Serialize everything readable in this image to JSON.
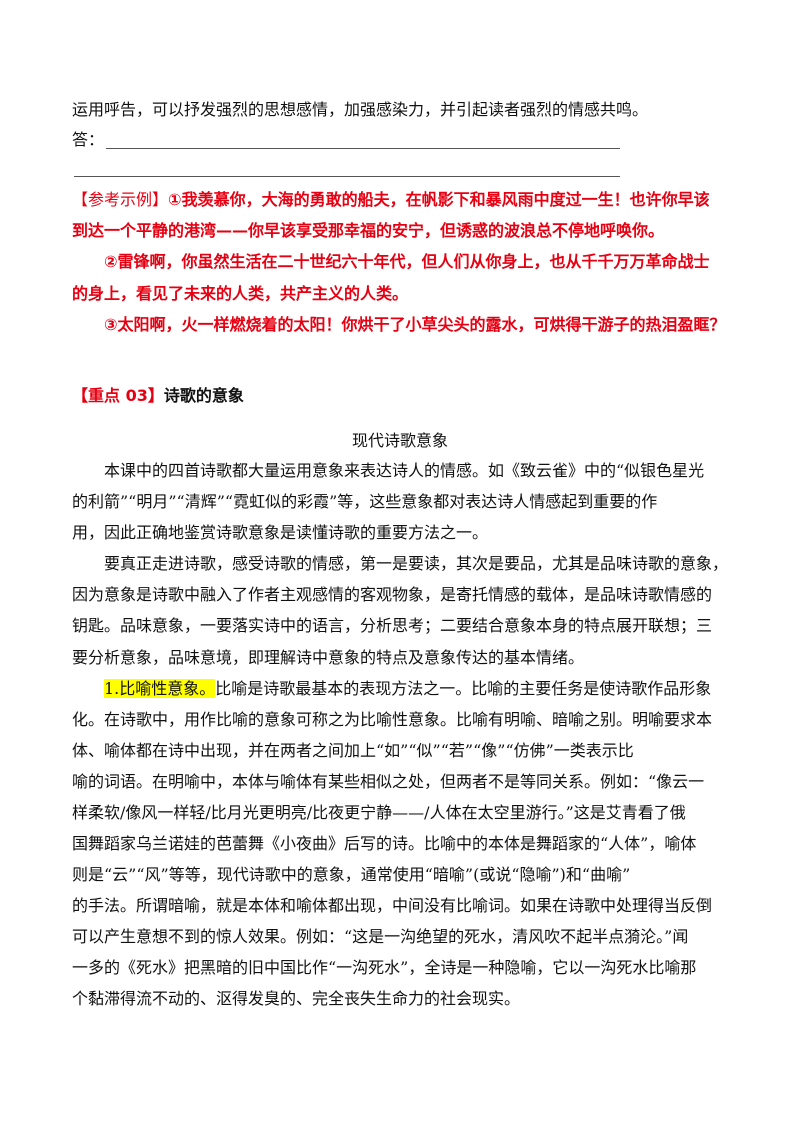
{
  "top": {
    "line1": "运用呼告，可以抒发强烈的思想感情，加强感染力，并引起读者强烈的情感共鸣。",
    "answer_label": "答："
  },
  "reference": {
    "tag": "【参考示例】",
    "r1_part1": "①我羡慕你，大海的勇敢的船夫，在帆影下和暴风雨中度过一生！也许你早该",
    "r1_part2": "到达一个平静的港湾——你早该享受那幸福的安宁，但诱惑的波浪总不停地呼唤你。",
    "r2_part1": "②雷锋啊，你虽然生活在二十世纪六十年代，但人们从你身上，也从千千万万革命战士",
    "r2_part2": "的身上，看见了未来的人类，共产主义的人类。",
    "r3": "③太阳啊，火一样燃烧着的太阳！你烘干了小草尖头的露水，可烘得干游子的热泪盈眶？"
  },
  "section": {
    "tag": "【重点 03】",
    "title": "诗歌的意象",
    "subtitle": "现代诗歌意象"
  },
  "body_lines": {
    "p1_l1": "本课中的四首诗歌都大量运用意象来表达诗人的情感。如《致云雀》中的“似银色星光",
    "p1_l2": "的利箭”“明月”“清辉”“霓虹似的彩霞”等，这些意象都对表达诗人情感起到重要的作",
    "p1_l3": "用，因此正确地鉴赏诗歌意象是读懂诗歌的重要方法之一。",
    "p2_l1": "要真正走进诗歌，感受诗歌的情感，第一是要读，其次是要品，尤其是品味诗歌的意象，",
    "p2_l2": "因为意象是诗歌中融入了作者主观感情的客观物象，是寄托情感的载体，是品味诗歌情感的",
    "p2_l3": "钥匙。品味意象，一要落实诗中的语言，分析思考；二要结合意象本身的特点展开联想；三",
    "p2_l4": "要分析意象，品味意境，即理解诗中意象的特点及意象传达的基本情绪。",
    "p3_highlight": "1.比喻性意象。",
    "p3_l1_rest": "比喻是诗歌最基本的表现方法之一。比喻的主要任务是使诗歌作品形象",
    "p3_l2": "化。在诗歌中，用作比喻的意象可称之为比喻性意象。比喻有明喻、暗喻之别。明喻要求本",
    "p3_l3": "体、喻体都在诗中出现，并在两者之间加上“如”“似”“若”“像”“仿佛”一类表示比",
    "p3_l4": "喻的词语。在明喻中，本体与喻体有某些相似之处，但两者不是等同关系。例如：“像云一",
    "p3_l5": "样柔软/像风一样轻/比月光更明亮/比夜更宁静——/人体在太空里游行。”这是艾青看了俄",
    "p3_l6": "国舞蹈家乌兰诺娃的芭蕾舞《小夜曲》后写的诗。比喻中的本体是舞蹈家的“人体”，喻体",
    "p3_l7": "则是“云”“风”等等，现代诗歌中的意象，通常使用“暗喻”(或说“隐喻”)和“曲喻”",
    "p3_l8": "的手法。所谓暗喻，就是本体和喻体都出现，中间没有比喻词。如果在诗歌中处理得当反倒",
    "p3_l9": "可以产生意想不到的惊人效果。例如：“这是一沟绝望的死水，清风吹不起半点漪沦。”闻",
    "p3_l10": "一多的《死水》把黑暗的旧中国比作“一沟死水”，全诗是一种隐喻，它以一沟死水比喻那",
    "p3_l11": "个黏滞得流不动的、沤得发臭的、完全丧失生命力的社会现实。"
  },
  "colors": {
    "accent_red": "#e60012",
    "highlight_yellow": "#ffff00"
  }
}
